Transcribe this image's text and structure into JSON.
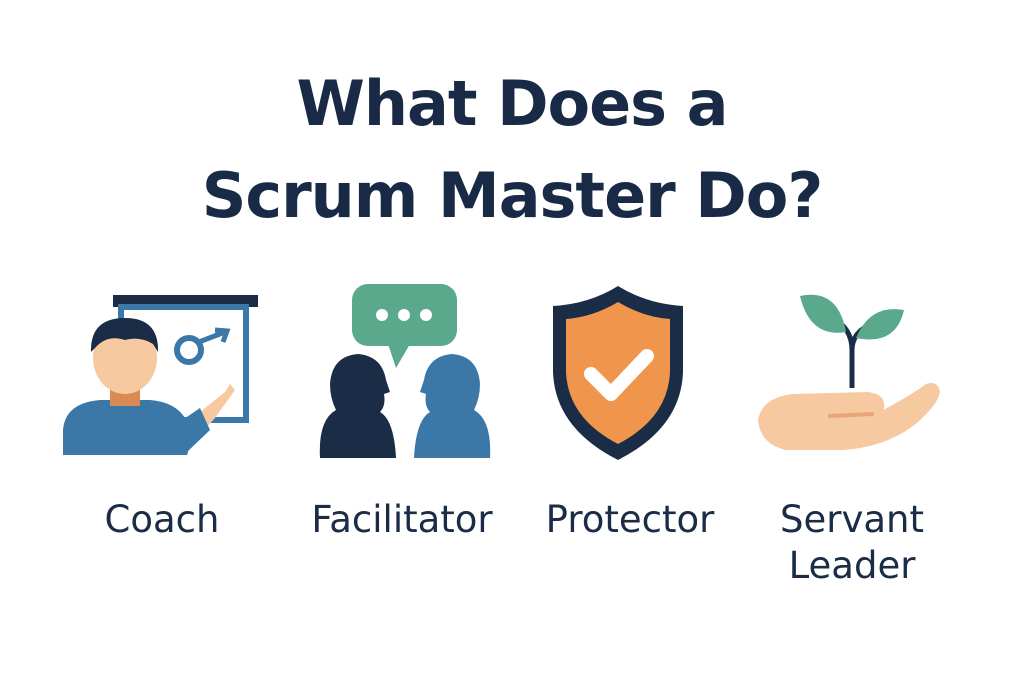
{
  "title": {
    "line1": "What Does a",
    "line2": "Scrum Master Do?"
  },
  "roles": [
    {
      "icon": "coach-at-whiteboard-icon",
      "label": "Coach"
    },
    {
      "icon": "two-people-speech-bubble-icon",
      "label": "Facilitator"
    },
    {
      "icon": "shield-checkmark-icon",
      "label": "Protector"
    },
    {
      "icon": "hand-holding-sprout-icon",
      "label_line1": "Servant",
      "label_line2": "Leader"
    }
  ],
  "colors": {
    "navy": "#1b2c47",
    "blue": "#3b78a8",
    "orange": "#f0954c",
    "teal": "#5aa98c",
    "skin": "#f7c9a0"
  }
}
